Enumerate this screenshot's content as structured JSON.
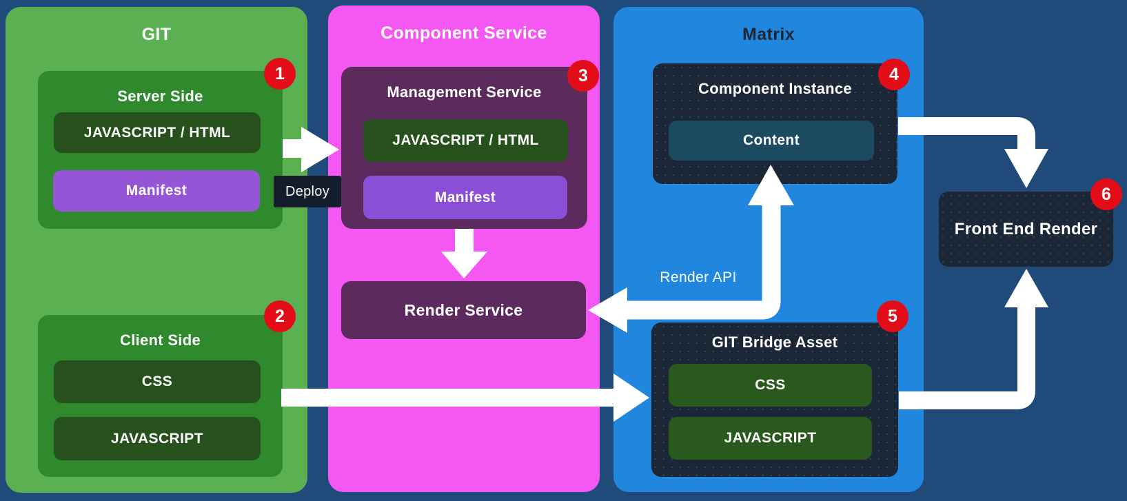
{
  "colors": {
    "background": "#1F4A7A",
    "git_panel": "#5BB052",
    "git_box": "#2E8A2C",
    "dark_green_chip": "#26511D",
    "bridge_green_chip": "#2A591E",
    "manifest_purple": "#9655D6",
    "manifest_purple_alt": "#8B4FD7",
    "component_service_panel": "#F557F2",
    "plum_box": "#5C2A5D",
    "matrix_panel": "#2187DE",
    "navy_box": "#1B2737",
    "content_teal": "#1C4A61",
    "badge_red": "#E20D18",
    "arrow_white": "#FFFFFF"
  },
  "git": {
    "title": "GIT",
    "server_side": {
      "title": "Server Side",
      "badge": "1",
      "items": [
        "JAVASCRIPT / HTML",
        "Manifest"
      ]
    },
    "client_side": {
      "title": "Client Side",
      "badge": "2",
      "items": [
        "CSS",
        "JAVASCRIPT"
      ]
    }
  },
  "component_service": {
    "title": "Component Service",
    "management_service": {
      "title": "Management Service",
      "badge": "3",
      "items": [
        "JAVASCRIPT / HTML",
        "Manifest"
      ]
    },
    "render_service": {
      "title": "Render Service"
    }
  },
  "matrix": {
    "title": "Matrix",
    "component_instance": {
      "title": "Component Instance",
      "badge": "4",
      "content": "Content"
    },
    "git_bridge_asset": {
      "title": "GIT Bridge Asset",
      "badge": "5",
      "items": [
        "CSS",
        "JAVASCRIPT"
      ]
    }
  },
  "front_end_render": {
    "title": "Front End Render",
    "badge": "6"
  },
  "edges": {
    "deploy_label": "Deploy",
    "render_api_label": "Render API"
  }
}
